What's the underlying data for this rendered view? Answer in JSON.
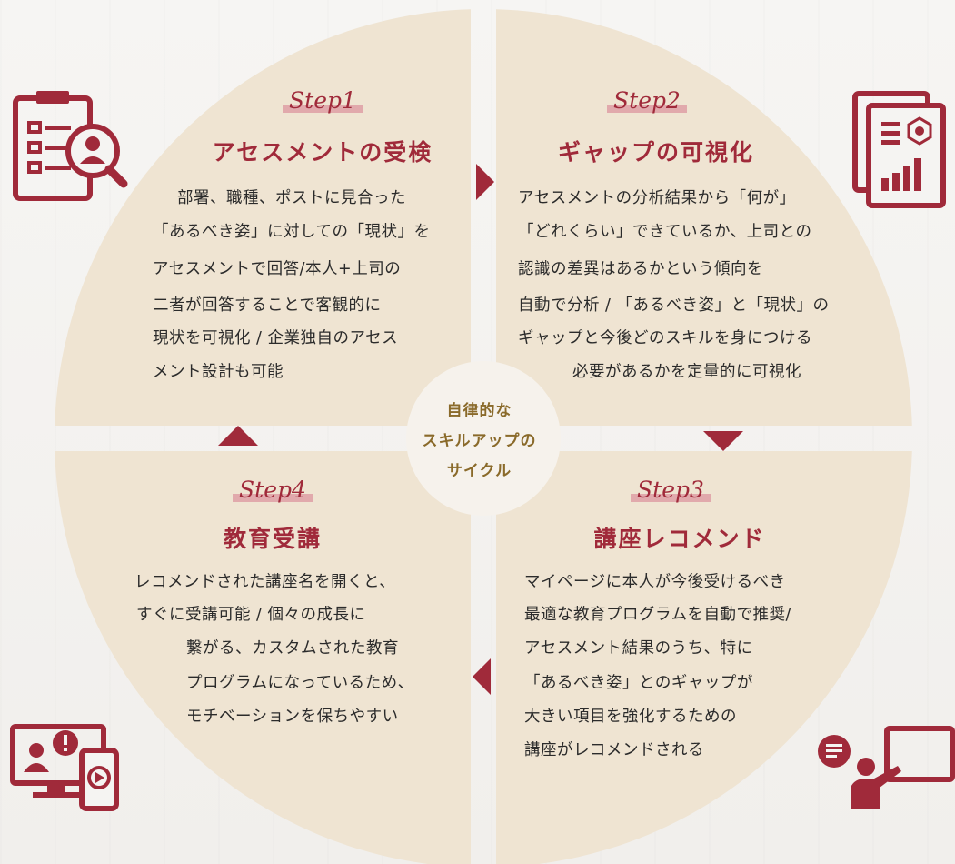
{
  "center": {
    "lines": [
      "自律的な",
      "スキルアップの",
      "サイクル"
    ]
  },
  "steps": [
    {
      "tag": "Step1",
      "title": "アセスメントの受検",
      "icon": "clipboard-search-icon",
      "lines": [
        "部署、職種、ポストに見合った",
        "「あるべき姿」に対しての「現状」を",
        "アセスメントで回答/本人+上司の",
        "二者が回答することで客観的に",
        "現状を可視化 / 企業独自のアセス",
        "メント設計も可能"
      ]
    },
    {
      "tag": "Step2",
      "title": "ギャップの可視化",
      "icon": "report-chart-icon",
      "lines": [
        "アセスメントの分析結果から「何が」",
        "「どれくらい」できているか、上司との",
        "認識の差異はあるかという傾向を",
        "自動で分析 / 「あるべき姿」と「現状」の",
        "ギャップと今後どのスキルを身につける",
        "必要があるかを定量的に可視化"
      ]
    },
    {
      "tag": "Step3",
      "title": "講座レコメンド",
      "icon": "presenter-whiteboard-icon",
      "lines": [
        "マイページに本人が今後受けるべき",
        "最適な教育プログラムを自動で推奨/",
        "アセスメント結果のうち、特に",
        "「あるべき姿」とのギャップが",
        "大きい項目を強化するための",
        "講座がレコメンドされる"
      ]
    },
    {
      "tag": "Step4",
      "title": "教育受講",
      "icon": "elearning-devices-icon",
      "lines": [
        "レコメンドされた講座名を開くと、",
        "すぐに受講可能 / 個々の成長に",
        "繋がる、カスタムされた教育",
        "プログラムになっているため、",
        "モチベーションを保ちやすい"
      ]
    }
  ],
  "colors": {
    "accent": "#a02a3a",
    "quadrant": "#efe4d2",
    "center_circle": "#f6f2ec",
    "center_text": "#8a6a2a",
    "highlight": "#d6788c"
  }
}
